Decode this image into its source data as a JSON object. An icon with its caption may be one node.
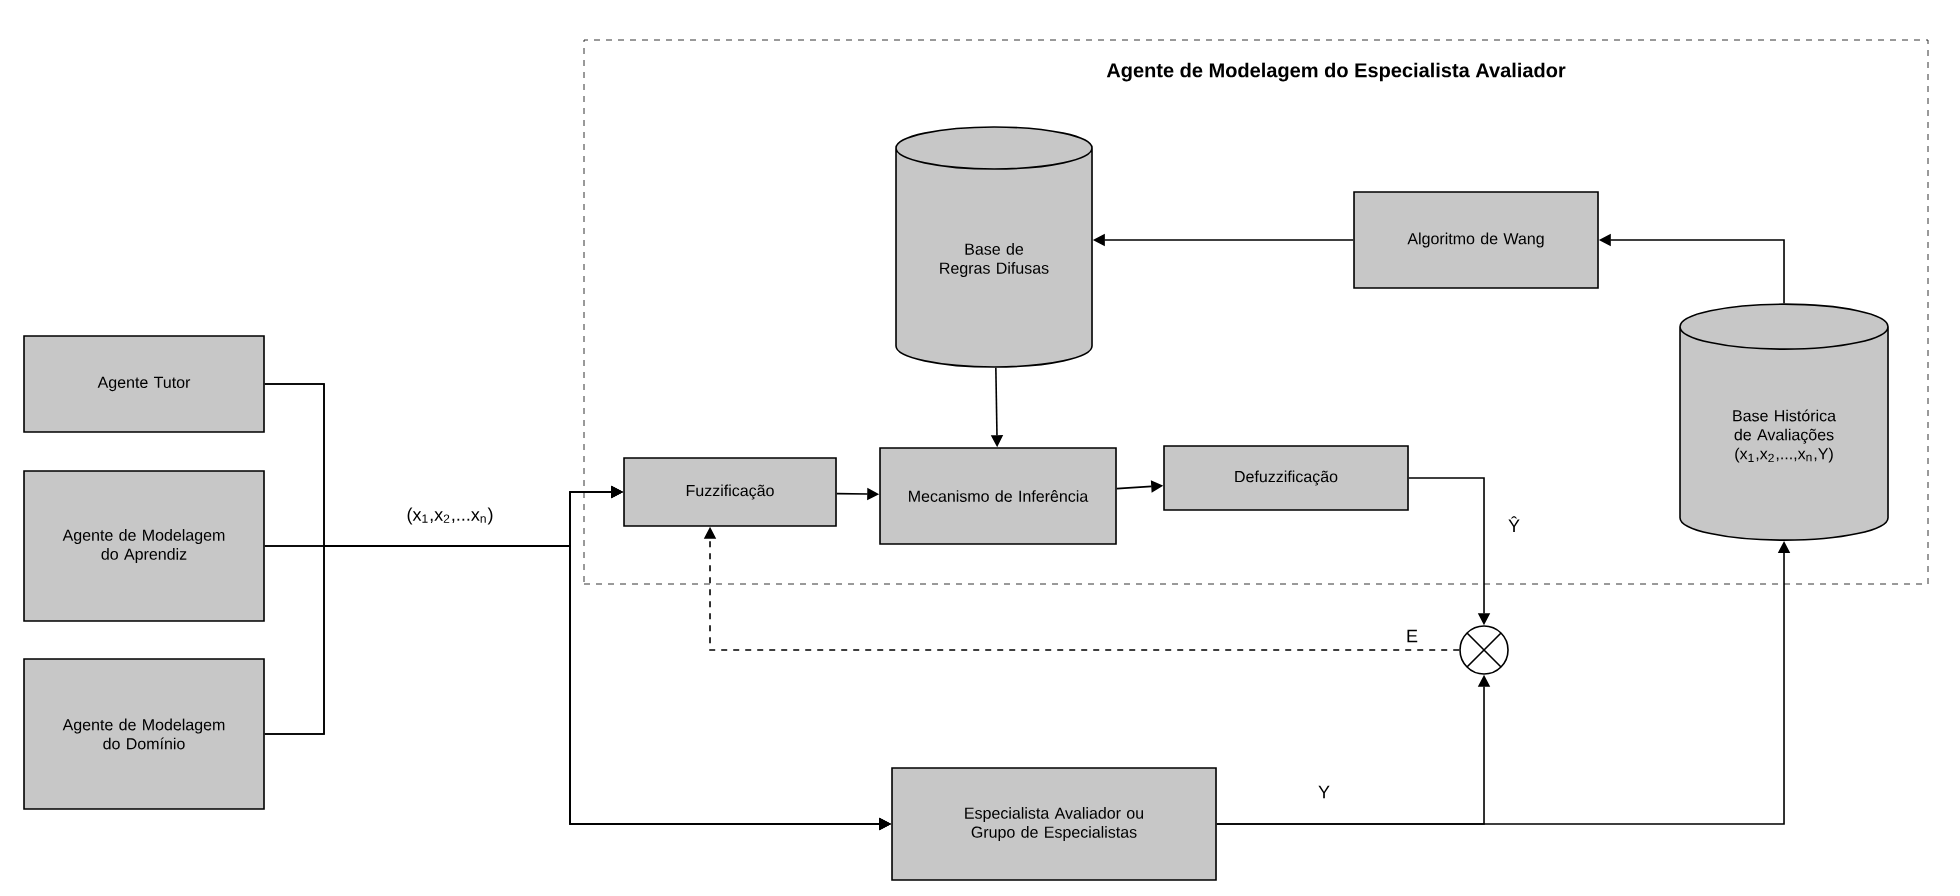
{
  "diagram": {
    "nodes": [
      {
        "text": [
          "Agente de Modelagem do Especialista Avaliador"
        ]
      },
      {
        "text": [
          "Agente Tutor"
        ]
      },
      {
        "text": [
          "Agente de Modelagem do Aprendiz"
        ]
      },
      {
        "text": [
          "Agente de Modelagem do Domínio"
        ]
      },
      {
        "text": [
          "Fuzzificação"
        ],
        "in": 0
      },
      {
        "text": [
          "Mecanismo de Inferência"
        ],
        "in": 0
      },
      {
        "text": [
          "Defuzzificação"
        ],
        "in": 0
      },
      {
        "text": [
          "Base de Regras Difusas"
        ],
        "in": 0
      },
      {
        "text": [
          "Algoritmo de Wang"
        ],
        "in": 0
      },
      {
        "text": [
          "Base Histórica de Avaliações (x$_{1}$,x$_{2}$,...,x$_{n}$,Y)"
        ],
        "in": 0
      },
      {
        "text": [],
        "shape": "circle"
      },
      {
        "text": [
          "Especialista Avaliador ou Grupo de Especialistas"
        ]
      }
    ],
    "edges": [
      {
        "from": 1,
        "to": 4,
        "arrow": "to"
      },
      {
        "from": 2,
        "to": 4,
        "arrow": "to",
        "label": "(x$_{1}$,x$_{2}$,...x$_{n}$)"
      },
      {
        "from": 3,
        "to": 4,
        "arrow": "to"
      },
      {
        "from": 1,
        "to": 11,
        "arrow": "to"
      },
      {
        "from": 2,
        "to": 11,
        "arrow": "to"
      },
      {
        "from": 3,
        "to": 11,
        "arrow": "to"
      },
      {
        "from": 4,
        "to": 5,
        "arrow": "to"
      },
      {
        "from": 7,
        "to": 5,
        "arrow": "to"
      },
      {
        "from": 5,
        "to": 6,
        "arrow": "to"
      },
      {
        "from": 8,
        "to": 7,
        "arrow": "to"
      },
      {
        "from": 9,
        "to": 8,
        "arrow": "to"
      },
      {
        "from": 6,
        "to": 10,
        "arrow": "to",
        "label": "Ŷ"
      },
      {
        "from": 10,
        "to": 4,
        "arrow": "to",
        "label": "E",
        "style": "dashed"
      },
      {
        "from": 11,
        "to": 10,
        "arrow": "to"
      },
      {
        "from": 11,
        "to": 9,
        "arrow": "to",
        "label": "Y"
      }
    ]
  }
}
